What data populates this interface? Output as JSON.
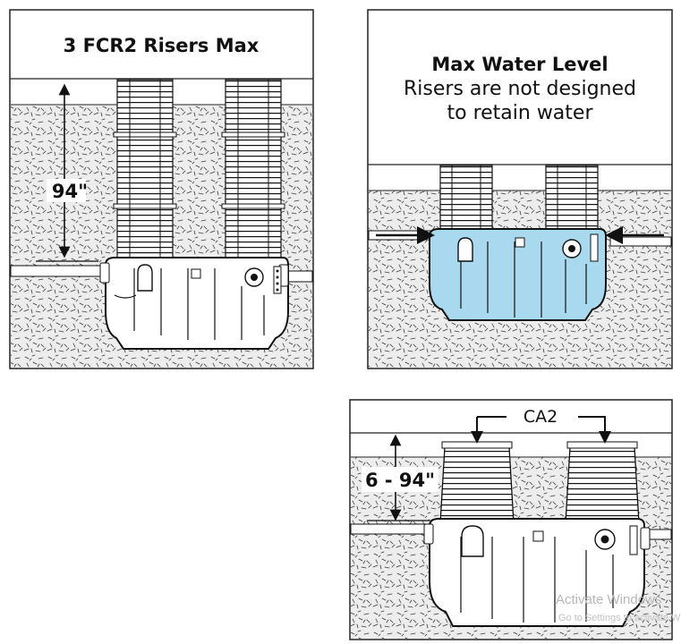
{
  "panels": {
    "risers_max": {
      "title": "3 FCR2 Risers Max",
      "depth_label": "94\""
    },
    "water_level": {
      "title": "Max Water Level",
      "note_line1": "Risers are not designed",
      "note_line2": "to retain water",
      "water_color": "#a9d9ee"
    },
    "ca2": {
      "riser_label": "CA2",
      "depth_label": "6 - 94\""
    }
  },
  "watermark": {
    "line1": "Activate Windows",
    "line2": "Go to Settings to activate Windows."
  }
}
